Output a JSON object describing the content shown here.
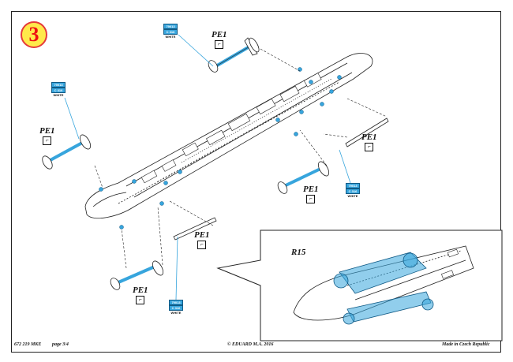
{
  "step": "3",
  "part_labels": {
    "top": "PE1",
    "left": "PE1",
    "right_upper": "PE1",
    "right_lower": "PE1",
    "bottom_right": "PE1",
    "bottom_left": "PE1"
  },
  "pe_icon_glyph": "⌐",
  "color_callouts": [
    {
      "id": "top",
      "line1": "79013",
      "line2": "C 316",
      "line3": "WHITE"
    },
    {
      "id": "left",
      "line1": "79013",
      "line2": "C 316",
      "line3": "WHITE"
    },
    {
      "id": "right",
      "line1": "79013",
      "line2": "C 316",
      "line3": "WHITE"
    },
    {
      "id": "bottom",
      "line1": "79013",
      "line2": "C 316",
      "line3": "WHITE"
    }
  ],
  "inset_label": "R15",
  "footer": {
    "left_code": "672 219 MKE",
    "left_page": "page 3/4",
    "center": "© EDUARD M.A. 2016",
    "right": "Made in Czech Republic"
  },
  "colors": {
    "highlight": "#37a5dd",
    "badge_fill": "#ffe94a",
    "badge_text": "#e11"
  }
}
